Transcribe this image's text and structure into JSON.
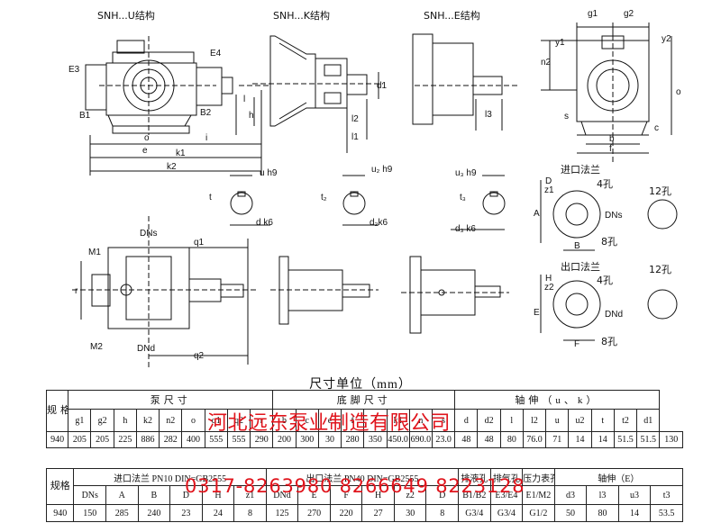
{
  "views": {
    "view_u": "SNH...U结构",
    "view_k": "SNH...K结构",
    "view_e": "SNH...E结构"
  },
  "labels": {
    "E3": "E3",
    "E4": "E4",
    "B1": "B1",
    "B2": "B2",
    "h": "h",
    "l": "l",
    "o": "o",
    "e": "e",
    "i": "i",
    "k1": "k1",
    "k2": "k2",
    "d1": "d1",
    "l1": "l1",
    "l2": "l2",
    "l3": "l3",
    "g1": "g1",
    "g2": "g2",
    "y1": "y1",
    "y2": "y2",
    "n2": "n2",
    "s": "s",
    "c": "c",
    "b": "b",
    "f": "f",
    "u_h9": "u h9",
    "u2_h9": "u₂ h9",
    "u3_h9": "u₃ h9",
    "t": "t",
    "t2": "t₂",
    "t3": "t₃",
    "d_k6": "d k6",
    "d2_k6": "d₂k6",
    "d3_k6": "d₃ k6",
    "inlet_flange": "进口法兰",
    "outlet_flange": "出口法兰",
    "D": "D",
    "z1": "z1",
    "A": "A",
    "B": "B",
    "DNs": "DNs",
    "H": "H",
    "z2": "z2",
    "E": "E",
    "F": "F",
    "DNd": "DNd",
    "holes4": "4孔",
    "holes8": "8孔",
    "holes12": "12孔",
    "M1": "M1",
    "M2": "M2",
    "q1": "q1",
    "q2": "q2",
    "r": "r"
  },
  "unit_title": "尺寸单位（mm）",
  "table1": {
    "model_label": "规格",
    "group_pump": "泵尺寸",
    "group_foot": "底脚尺寸",
    "group_shaft": "轴伸（u、k）",
    "columns": [
      "g1",
      "g2",
      "h",
      "k2",
      "n2",
      "o",
      "q1",
      "q2",
      "r",
      "b",
      "c",
      "e",
      "f",
      "i",
      "k1",
      "n",
      "s",
      "d",
      "d2",
      "l",
      "l2",
      "u",
      "u2",
      "t",
      "t2",
      "d1"
    ],
    "row": {
      "model": "940",
      "values": [
        "205",
        "205",
        "225",
        "886",
        "282",
        "400",
        "555",
        "555",
        "290",
        "200",
        "300",
        "30",
        "280",
        "350",
        "450.0",
        "690.0",
        "23.0",
        "48",
        "48",
        "80",
        "76.0",
        "71",
        "14",
        "14",
        "51.5",
        "51.5",
        "130"
      ]
    }
  },
  "table2": {
    "model_label": "规格",
    "group_inlet": "进口法兰  PN10     DIN=GB2555",
    "group_outlet": "出口法兰  PN40     DIN=GB2555",
    "group_drain": "排液孔",
    "group_vent": "排气孔",
    "group_gauge": "压力表孔",
    "group_shaft": "轴伸（E）",
    "columns": [
      "DNs",
      "A",
      "B",
      "D",
      "H",
      "z1",
      "DNd",
      "E",
      "F",
      "H",
      "z2",
      "D",
      "B1/B2",
      "E3/E4",
      "E1/M2",
      "d3",
      "l3",
      "u3",
      "t3"
    ],
    "row": {
      "model": "940",
      "values": [
        "150",
        "285",
        "240",
        "23",
        "24",
        "8",
        "125",
        "270",
        "220",
        "27",
        "30",
        "8",
        "G3/4",
        "G3/4",
        "G1/2",
        "50",
        "80",
        "14",
        "53.5"
      ]
    }
  },
  "watermark": {
    "company": "河北远东泵业制造有限公司",
    "phones": "0317-8263980  8266649  8223128"
  },
  "colors": {
    "watermark": "#e0141c",
    "line": "#111111"
  }
}
